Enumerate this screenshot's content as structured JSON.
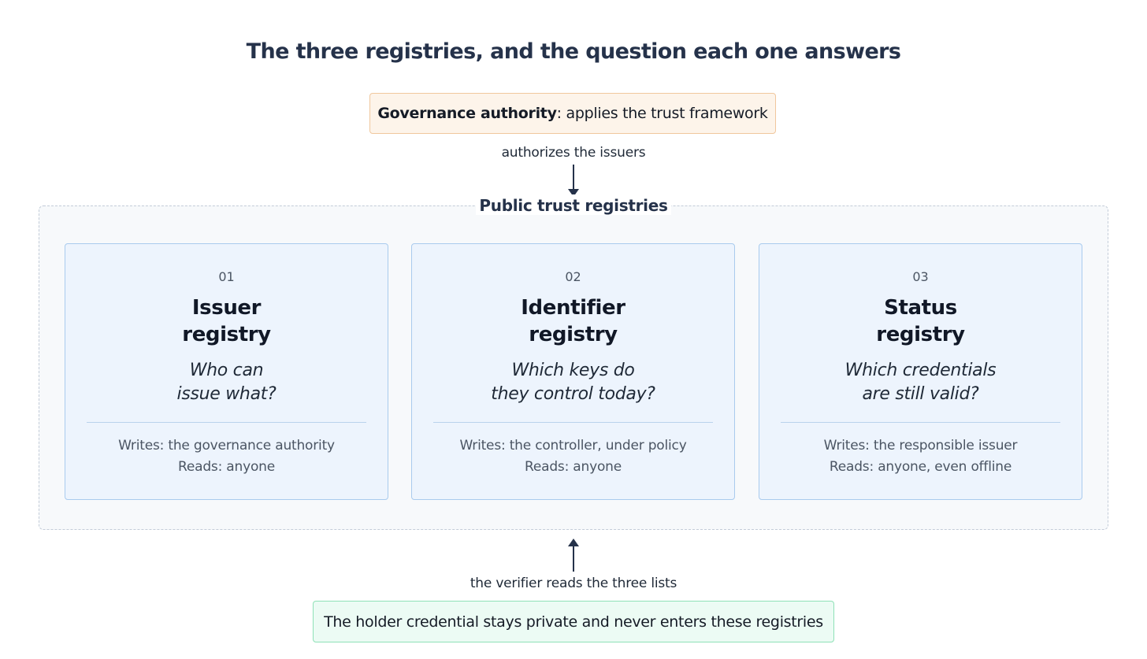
{
  "title": "The three registries, and the question each one answers",
  "governance": {
    "bold": "Governance authority",
    "rest": ": applies the trust framework"
  },
  "top_arrow_label": "authorizes the issuers",
  "panel_title": "Public trust registries",
  "cards": [
    {
      "num": "01",
      "name_line1": "Issuer",
      "name_line2": "registry",
      "question_line1": "Who can",
      "question_line2": "issue what?",
      "writes": "Writes: the governance authority",
      "reads": "Reads: anyone"
    },
    {
      "num": "02",
      "name_line1": "Identifier",
      "name_line2": "registry",
      "question_line1": "Which keys do",
      "question_line2": "they control today?",
      "writes": "Writes: the controller, under policy",
      "reads": "Reads: anyone"
    },
    {
      "num": "03",
      "name_line1": "Status",
      "name_line2": "registry",
      "question_line1": "Which credentials",
      "question_line2": "are still valid?",
      "writes": "Writes: the responsible issuer",
      "reads": "Reads: anyone, even offline"
    }
  ],
  "bottom_arrow_label": "the verifier reads the three lists",
  "holder_note": "The holder credential stays private and never enters these registries",
  "colors": {
    "governance_fill": "#fdf4ea",
    "governance_border": "#f0c79d",
    "card_fill": "#edf4fd",
    "card_border": "#a9cbee",
    "holder_fill": "#ecfbf4",
    "holder_border": "#8fe1b7",
    "arrow": "#25324a"
  }
}
